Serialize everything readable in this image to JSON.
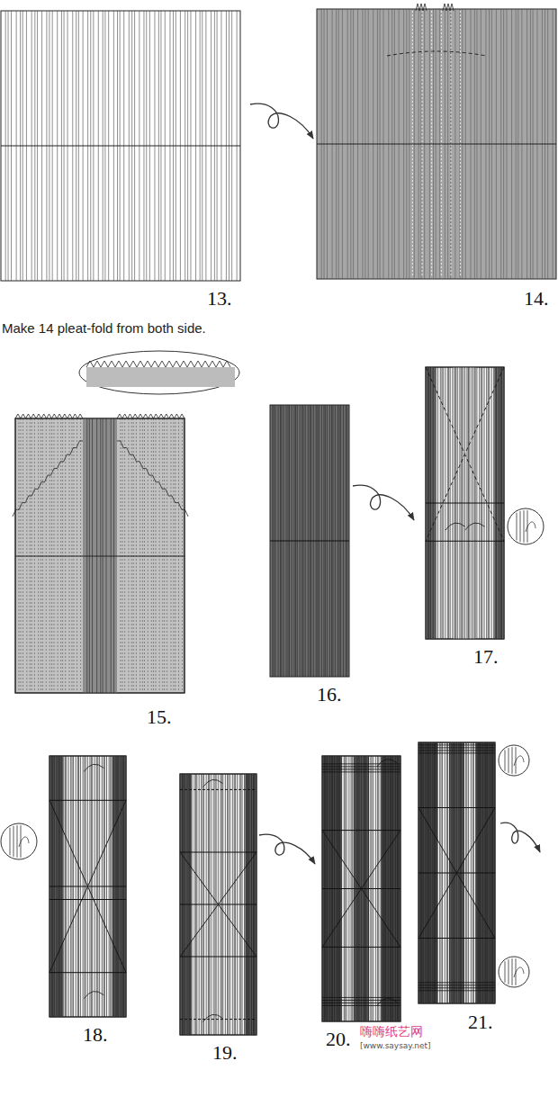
{
  "diagram": {
    "labels": [
      "13.",
      "14.",
      "Make 14 pleat-fold from both side.",
      "15.",
      "16.",
      "17.",
      "18.",
      "19.",
      "20.",
      "21.",
      "嗨嗨纸艺网",
      "[www.saysay.net]"
    ]
  }
}
